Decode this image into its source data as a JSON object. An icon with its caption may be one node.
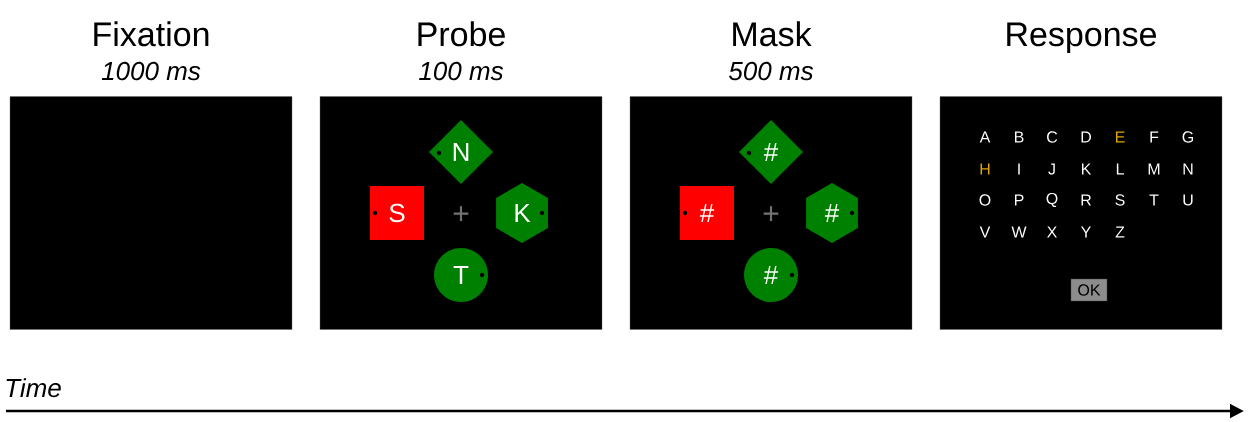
{
  "diagram": {
    "nodes": [
      {
        "text": [
          "Fixation",
          "1000 ms"
        ]
      },
      {
        "text": [
          "Probe",
          "100 ms"
        ]
      },
      {
        "text": [
          "N"
        ],
        "in": 1
      },
      {
        "text": [
          "S"
        ],
        "in": 1
      },
      {
        "text": [
          "K"
        ],
        "in": 1
      },
      {
        "text": [
          "T"
        ],
        "in": 1
      },
      {
        "text": [
          "Mask",
          "500 ms"
        ]
      },
      {
        "text": [
          "#"
        ],
        "in": 6
      },
      {
        "text": [
          "#"
        ],
        "in": 6
      },
      {
        "text": [
          "#"
        ],
        "in": 6
      },
      {
        "text": [
          "#"
        ],
        "in": 6
      },
      {
        "text": [
          "Response"
        ]
      },
      {
        "text": [
          "OK"
        ],
        "in": 11
      }
    ],
    "labels": [
      "+",
      "+",
      "A",
      "B",
      "C",
      "D",
      "E",
      "F",
      "G",
      "H",
      "I",
      "J",
      "K",
      "L",
      "M",
      "N",
      "O",
      "P",
      "Q",
      "R",
      "S",
      "T",
      "U",
      "V",
      "W",
      "X",
      "Y",
      "Z",
      "Time"
    ]
  }
}
